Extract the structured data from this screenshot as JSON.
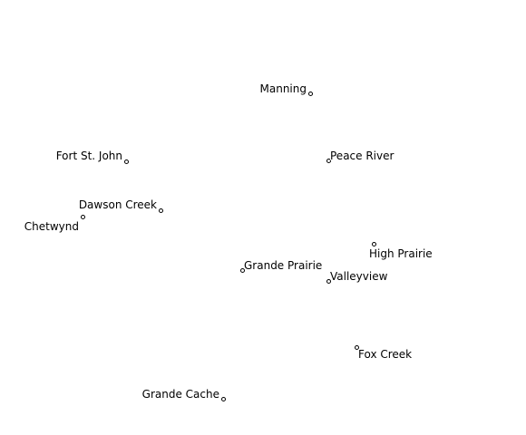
{
  "map": {
    "places": {
      "manning": "Manning",
      "fort_st_john": "Fort St. John",
      "peace_river": "Peace River",
      "dawson_creek": "Dawson Creek",
      "chetwynd": "Chetwynd",
      "high_prairie": "High Prairie",
      "grande_prairie": "Grande Prairie",
      "valleyview": "Valleyview",
      "fox_creek": "Fox Creek",
      "grande_cache": "Grande Cache"
    },
    "colors": {
      "background": "#ffffff",
      "marker": "#000000",
      "label": "#000000"
    }
  }
}
